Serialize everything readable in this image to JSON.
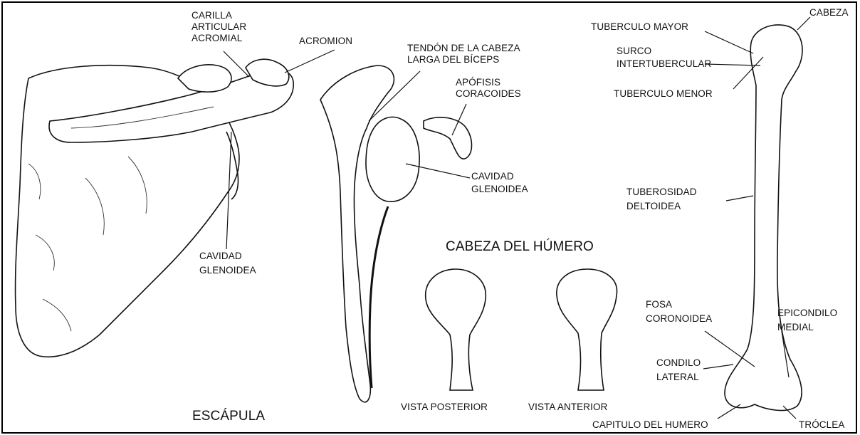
{
  "labels": {
    "carilla_1": "CARILLA",
    "carilla_2": "ARTICULAR",
    "carilla_3": "ACROMIAL",
    "acromion": "ACROMION",
    "tendon_1": "TENDÓN DE LA CABEZA",
    "tendon_2": "LARGA DEL BÍCEPS",
    "apofisis_1": "APÓFISIS",
    "apofisis_2": "CORACOIDES",
    "cavidad_mid_1": "CAVIDAD",
    "cavidad_mid_2": "GLENOIDEA",
    "cavidad_left_1": "CAVIDAD",
    "cavidad_left_2": "GLENOIDEA",
    "escapula": "ESCÁPULA",
    "cabeza_humero": "CABEZA DEL HÚMERO",
    "vista_posterior": "VISTA POSTERIOR",
    "vista_anterior": "VISTA ANTERIOR",
    "tuberculo_mayor": "TUBERCULO MAYOR",
    "cabeza": "CABEZA",
    "surco_1": "SURCO",
    "surco_2": "INTERTUBERCULAR",
    "tuberculo_menor": "TUBERCULO MENOR",
    "tuberosidad_1": "TUBEROSIDAD",
    "tuberosidad_2": "DELTOIDEA",
    "fosa_1": "FOSA",
    "fosa_2": "CORONOIDEA",
    "epicondilo_1": "EPICONDILO",
    "epicondilo_2": "MEDIAL",
    "condilo_1": "CONDILO",
    "condilo_2": "LATERAL",
    "capitulo": "CAPITULO DEL HUMERO",
    "troclea": "TRÓCLEA"
  }
}
